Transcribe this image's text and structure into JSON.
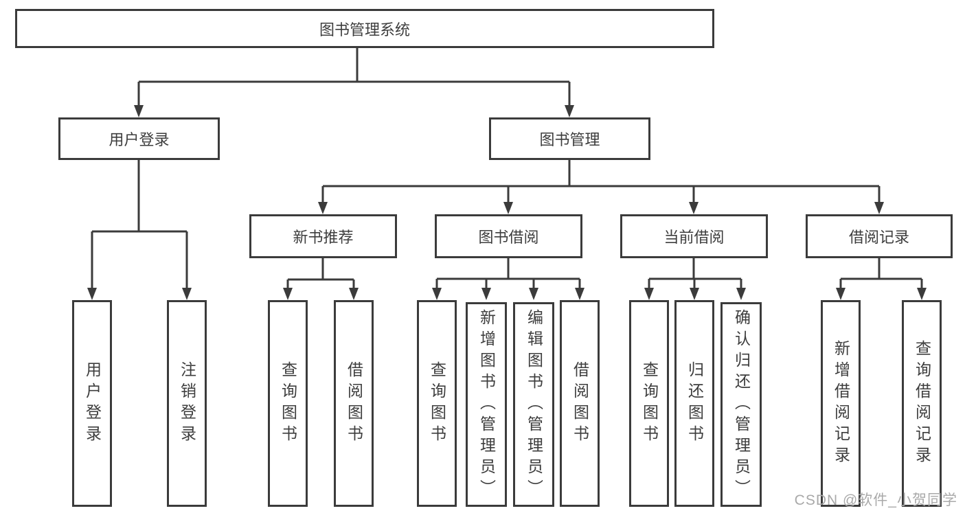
{
  "diagram": {
    "nodes": {
      "root": {
        "label": "图书管理系统"
      },
      "user_login": {
        "label": "用户登录"
      },
      "book_mgmt": {
        "label": "图书管理"
      },
      "new_book_rec": {
        "label": "新书推荐"
      },
      "book_borrow": {
        "label": "图书借阅"
      },
      "current_borrow": {
        "label": "当前借阅"
      },
      "borrow_records": {
        "label": "借阅记录"
      },
      "leaf_user_login": {
        "label": "用户登录"
      },
      "leaf_logout": {
        "label": "注销登录"
      },
      "leaf_nb_query": {
        "label": "查询图书"
      },
      "leaf_nb_borrow": {
        "label": "借阅图书"
      },
      "leaf_bb_query": {
        "label": "查询图书"
      },
      "leaf_bb_add": {
        "label": "新增图书（管理员）"
      },
      "leaf_bb_edit": {
        "label": "编辑图书（管理员）"
      },
      "leaf_bb_borrow": {
        "label": "借阅图书"
      },
      "leaf_cb_query": {
        "label": "查询图书"
      },
      "leaf_cb_return": {
        "label": "归还图书"
      },
      "leaf_cb_confirm": {
        "label": "确认归还（管理员）"
      },
      "leaf_br_add": {
        "label": "新增借阅记录"
      },
      "leaf_br_query": {
        "label": "查询借阅记录"
      }
    },
    "hierarchy": {
      "图书管理系统": {
        "用户登录": [
          "用户登录",
          "注销登录"
        ],
        "图书管理": {
          "新书推荐": [
            "查询图书",
            "借阅图书"
          ],
          "图书借阅": [
            "查询图书",
            "新增图书（管理员）",
            "编辑图书（管理员）",
            "借阅图书"
          ],
          "当前借阅": [
            "查询图书",
            "归还图书",
            "确认归还（管理员）"
          ],
          "借阅记录": [
            "新增借阅记录",
            "查询借阅记录"
          ]
        }
      }
    },
    "colors": {
      "line": "#3b3b3b",
      "text": "#3d3d3d",
      "background": "#ffffff",
      "watermark": "#a9a9a9"
    }
  },
  "watermark": {
    "text": "CSDN @软件_小贺同学"
  }
}
